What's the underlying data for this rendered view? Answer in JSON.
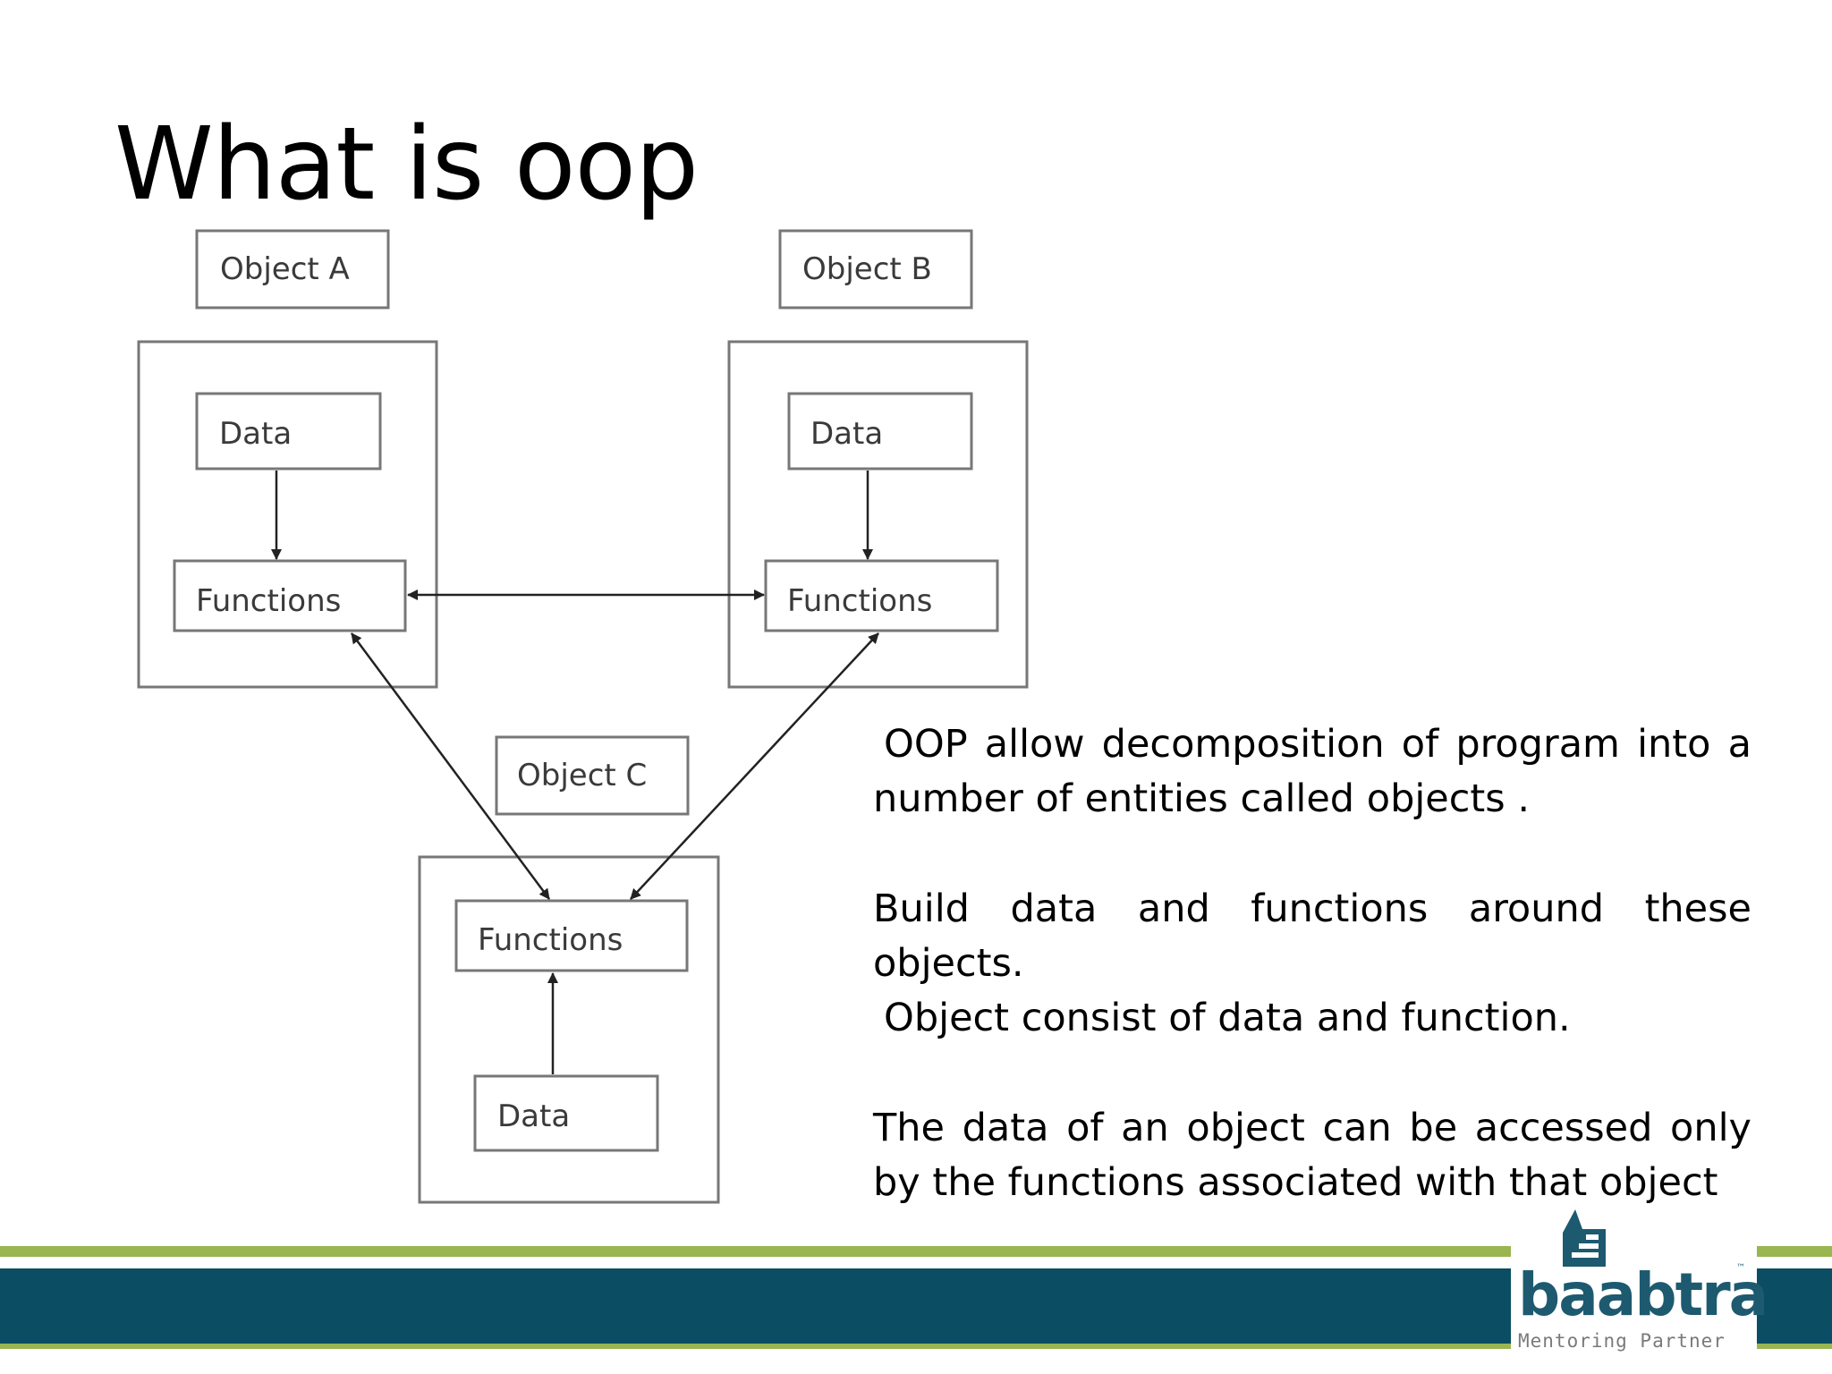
{
  "slide": {
    "title": "What is oop"
  },
  "diagram": {
    "object_a": {
      "label": "Object A",
      "data": "Data",
      "functions": "Functions"
    },
    "object_b": {
      "label": "Object B",
      "data": "Data",
      "functions": "Functions"
    },
    "object_c": {
      "label": "Object C",
      "data": "Data",
      "functions": "Functions"
    }
  },
  "body": {
    "paragraphs": [
      "OOP allow decomposition of program into a number of entities called objects .",
      "Build data and functions around these objects.",
      "Object consist of data and function.",
      "The data of an object can be accessed only by the functions associated with that object"
    ]
  },
  "footer": {
    "logo_text": "baabtra",
    "logo_tm": "™",
    "logo_tagline": "Mentoring Partner",
    "colors": {
      "teal": "#0b4d62",
      "green": "#99b651",
      "logo": "#1d5a70"
    }
  }
}
